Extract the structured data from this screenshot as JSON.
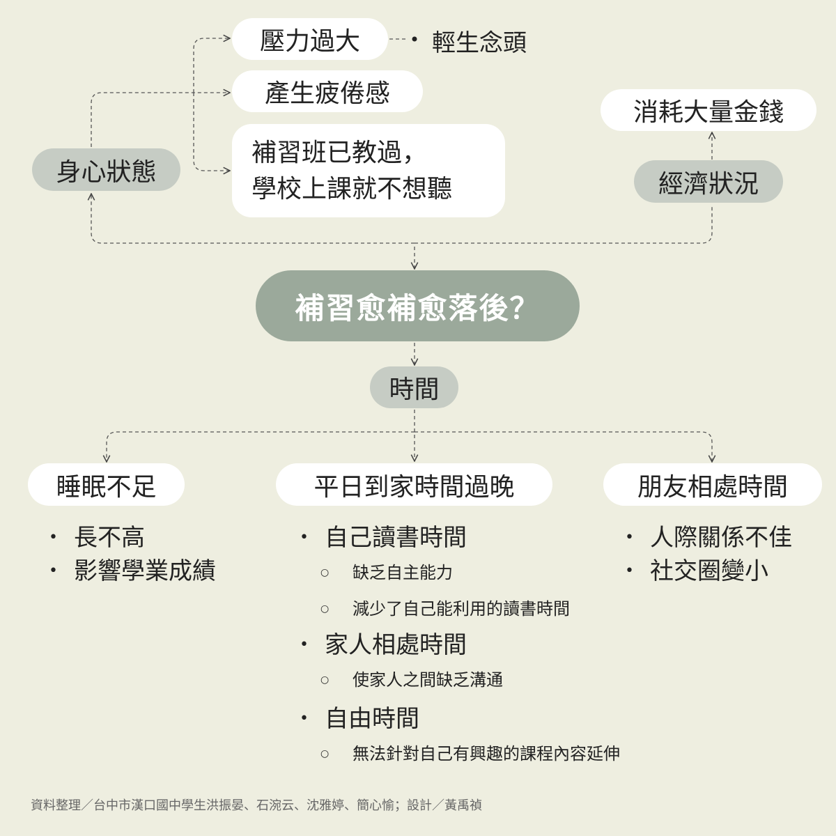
{
  "center": "補習愈補愈落後？",
  "branches": {
    "mind_body": {
      "label": "身心狀態",
      "items": [
        "壓力過大",
        "產生疲倦感",
        "補習班已教過，",
        "學校上課就不想聽"
      ],
      "stress_result": "輕生念頭"
    },
    "economy": {
      "label": "經濟狀況",
      "items": [
        "消耗大量金錢"
      ]
    },
    "time": {
      "label": "時間",
      "sleep": {
        "label": "睡眠不足",
        "items": [
          "長不高",
          "影響學業成績"
        ]
      },
      "late_home": {
        "label": "平日到家時間過晚",
        "items": [
          {
            "label": "自己讀書時間",
            "sub": [
              "缺乏自主能力",
              "減少了自己能利用的讀書時間"
            ]
          },
          {
            "label": "家人相處時間",
            "sub": [
              "使家人之間缺乏溝通"
            ]
          },
          {
            "label": "自由時間",
            "sub": [
              "無法針對自己有興趣的課程內容延伸"
            ]
          }
        ]
      },
      "friends": {
        "label": "朋友相處時間",
        "items": [
          "人際關係不佳",
          "社交圈變小"
        ]
      }
    }
  },
  "footer": "資料整理／台中市漢口國中學生洪振晏、石涴云、沈雅婷、簡心愉；設計／黃禹禎"
}
